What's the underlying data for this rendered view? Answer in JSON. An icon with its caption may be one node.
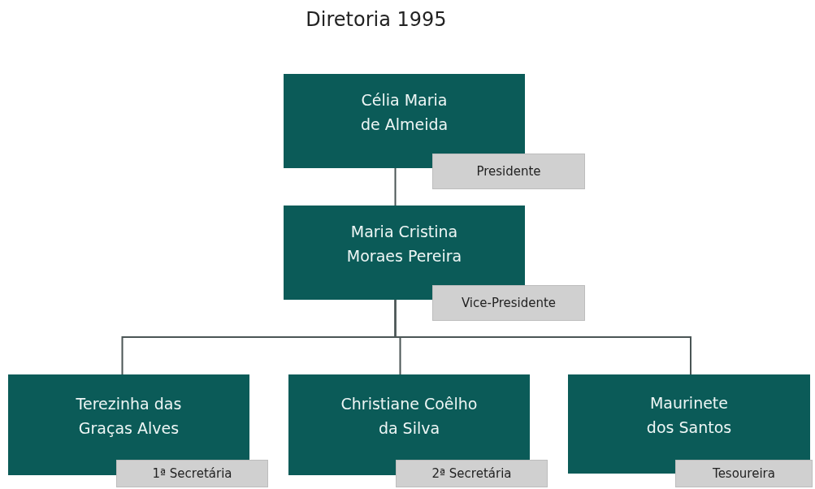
{
  "diagram": {
    "title": "Diretoria 1995",
    "nodes": [
      {
        "text": [
          "Célia Maria de Almeida"
        ]
      },
      {
        "text": [
          "Presidente"
        ]
      },
      {
        "text": [
          "Maria Cristina Moraes Pereira"
        ]
      },
      {
        "text": [
          "Vice-Presidente"
        ]
      },
      {
        "text": [
          "Terezinha das Graças Alves"
        ]
      },
      {
        "text": [
          "1ª Secretária"
        ]
      },
      {
        "text": [
          "Christiane Coêlho da Silva"
        ]
      },
      {
        "text": [
          "2ª Secretária"
        ]
      },
      {
        "text": [
          "Maurinete dos Santos"
        ]
      },
      {
        "text": [
          "Tesoureira"
        ]
      }
    ],
    "edges": [
      {
        "from": 0,
        "to": 2,
        "arrow": "none"
      },
      {
        "from": 2,
        "to": 4,
        "arrow": "none"
      },
      {
        "from": 2,
        "to": 6,
        "arrow": "none"
      },
      {
        "from": 2,
        "to": 8,
        "arrow": "none"
      }
    ]
  }
}
